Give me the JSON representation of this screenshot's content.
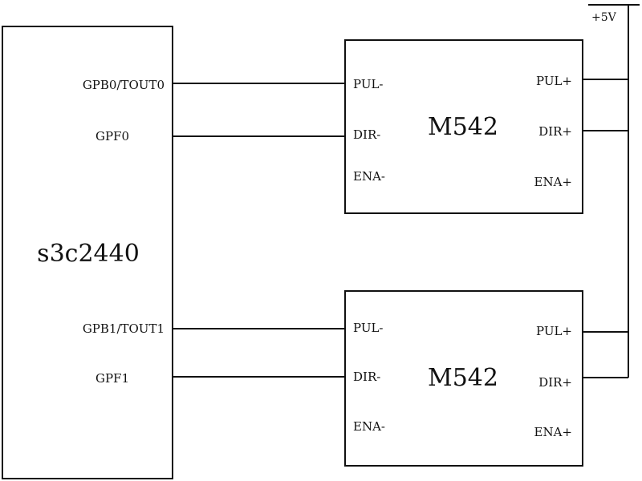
{
  "supply": {
    "label": "+5V"
  },
  "controller": {
    "name": "s3c2440",
    "pins": [
      "GPB0/TOUT0",
      "GPF0",
      "GPB1/TOUT1",
      "GPF1"
    ]
  },
  "drivers": [
    {
      "name": "M542",
      "left_pins": [
        "PUL-",
        "DIR-",
        "ENA-"
      ],
      "right_pins": [
        "PUL+",
        "DIR+",
        "ENA+"
      ]
    },
    {
      "name": "M542",
      "left_pins": [
        "PUL-",
        "DIR-",
        "ENA-"
      ],
      "right_pins": [
        "PUL+",
        "DIR+",
        "ENA+"
      ]
    }
  ]
}
